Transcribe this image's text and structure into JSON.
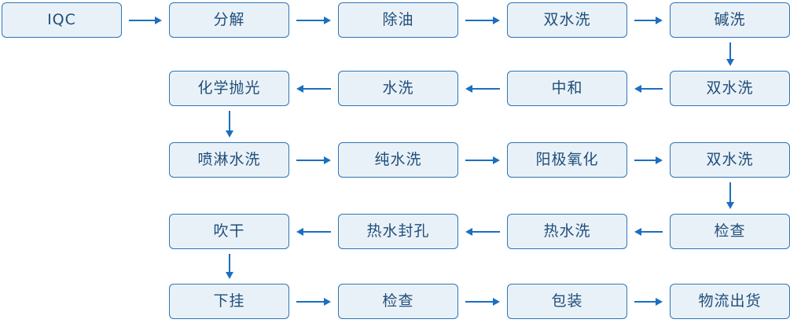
{
  "flowchart": {
    "colors": {
      "node_border": "#2e75b6",
      "node_fill": "#e9f1f8",
      "node_text": "#1f4e79",
      "arrow": "#1b6fc0"
    },
    "nodes": [
      {
        "id": "iqc",
        "label": "IQC",
        "col": 0,
        "row": 0
      },
      {
        "id": "fenjie",
        "label": "分解",
        "col": 1,
        "row": 0
      },
      {
        "id": "chuyou",
        "label": "除油",
        "col": 2,
        "row": 0
      },
      {
        "id": "shuangshuixi1",
        "label": "双水洗",
        "col": 3,
        "row": 0
      },
      {
        "id": "jianxi",
        "label": "碱洗",
        "col": 4,
        "row": 0
      },
      {
        "id": "huaxuepaoguang",
        "label": "化学抛光",
        "col": 1,
        "row": 1
      },
      {
        "id": "shuixi",
        "label": "水洗",
        "col": 2,
        "row": 1
      },
      {
        "id": "zhonghe",
        "label": "中和",
        "col": 3,
        "row": 1
      },
      {
        "id": "shuangshuixi2",
        "label": "双水洗",
        "col": 4,
        "row": 1
      },
      {
        "id": "penlinshuixi",
        "label": "喷淋水洗",
        "col": 1,
        "row": 2
      },
      {
        "id": "chunshuixi",
        "label": "纯水洗",
        "col": 2,
        "row": 2
      },
      {
        "id": "yangjiyanghua",
        "label": "阳极氧化",
        "col": 3,
        "row": 2
      },
      {
        "id": "shuangshuixi3",
        "label": "双水洗",
        "col": 4,
        "row": 2
      },
      {
        "id": "chuigan",
        "label": "吹干",
        "col": 1,
        "row": 3
      },
      {
        "id": "reshuifengkong",
        "label": "热水封孔",
        "col": 2,
        "row": 3
      },
      {
        "id": "reshuixi",
        "label": "热水洗",
        "col": 3,
        "row": 3
      },
      {
        "id": "jiancha1",
        "label": "检查",
        "col": 4,
        "row": 3
      },
      {
        "id": "xiagua",
        "label": "下挂",
        "col": 1,
        "row": 4
      },
      {
        "id": "jiancha2",
        "label": "检查",
        "col": 2,
        "row": 4
      },
      {
        "id": "baozhuang",
        "label": "包装",
        "col": 3,
        "row": 4
      },
      {
        "id": "wuliuchuhuo",
        "label": "物流出货",
        "col": 4,
        "row": 4
      }
    ],
    "arrows": [
      {
        "type": "h",
        "row": 0,
        "gap": 0,
        "dir": "right"
      },
      {
        "type": "h",
        "row": 0,
        "gap": 1,
        "dir": "right"
      },
      {
        "type": "h",
        "row": 0,
        "gap": 2,
        "dir": "right"
      },
      {
        "type": "h",
        "row": 0,
        "gap": 3,
        "dir": "right"
      },
      {
        "type": "v",
        "col": 4,
        "row": 0,
        "dir": "down"
      },
      {
        "type": "h",
        "row": 1,
        "gap": 3,
        "dir": "left"
      },
      {
        "type": "h",
        "row": 1,
        "gap": 2,
        "dir": "left"
      },
      {
        "type": "h",
        "row": 1,
        "gap": 1,
        "dir": "left"
      },
      {
        "type": "v",
        "col": 1,
        "row": 1,
        "dir": "down"
      },
      {
        "type": "h",
        "row": 2,
        "gap": 1,
        "dir": "right"
      },
      {
        "type": "h",
        "row": 2,
        "gap": 2,
        "dir": "right"
      },
      {
        "type": "h",
        "row": 2,
        "gap": 3,
        "dir": "right"
      },
      {
        "type": "v",
        "col": 4,
        "row": 2,
        "dir": "down"
      },
      {
        "type": "h",
        "row": 3,
        "gap": 3,
        "dir": "left"
      },
      {
        "type": "h",
        "row": 3,
        "gap": 2,
        "dir": "left"
      },
      {
        "type": "h",
        "row": 3,
        "gap": 1,
        "dir": "left"
      },
      {
        "type": "v",
        "col": 1,
        "row": 3,
        "dir": "down"
      },
      {
        "type": "h",
        "row": 4,
        "gap": 1,
        "dir": "right"
      },
      {
        "type": "h",
        "row": 4,
        "gap": 2,
        "dir": "right"
      },
      {
        "type": "h",
        "row": 4,
        "gap": 3,
        "dir": "right"
      }
    ]
  }
}
